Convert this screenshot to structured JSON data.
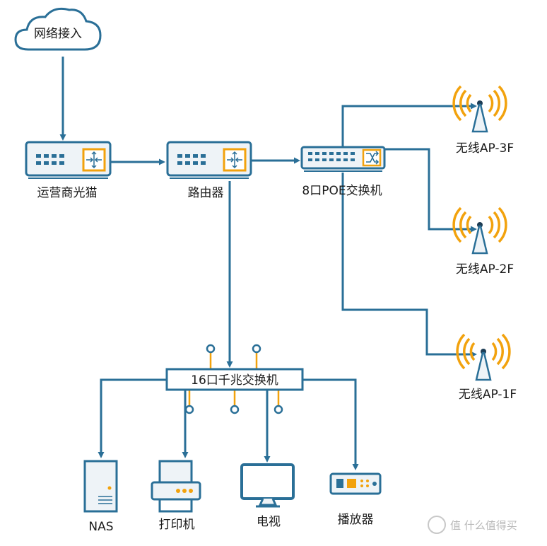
{
  "nodes": {
    "internet": "网络接入",
    "modem": "运营商光猫",
    "router": "路由器",
    "poe_switch": "8口POE交换机",
    "ap_3f": "无线AP-3F",
    "ap_2f": "无线AP-2F",
    "ap_1f": "无线AP-1F",
    "gig_switch": "16口千兆交换机",
    "nas": "NAS",
    "printer": "打印机",
    "tv": "电视",
    "player": "播放器"
  },
  "watermark": "值 什么值得买",
  "colors": {
    "line": "#2a6f97",
    "accent": "#f2a20d",
    "device_fill": "#eef3f7"
  }
}
